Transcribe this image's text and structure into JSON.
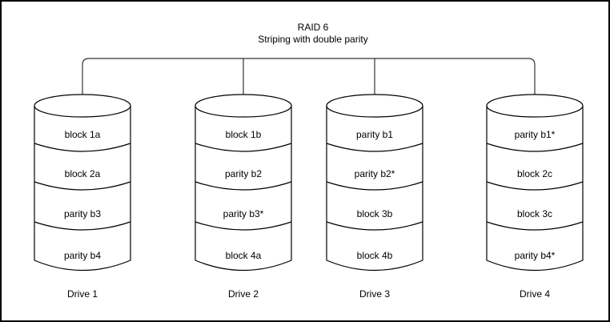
{
  "title": "RAID 6",
  "subtitle": "Striping with double parity",
  "drives": [
    {
      "name": "Drive 1",
      "blocks": [
        "block 1a",
        "block 2a",
        "parity b3",
        "parity b4"
      ]
    },
    {
      "name": "Drive 2",
      "blocks": [
        "block 1b",
        "parity b2",
        "parity b3*",
        "block 4a"
      ]
    },
    {
      "name": "Drive 3",
      "blocks": [
        "parity b1",
        "parity b2*",
        "block 3b",
        "block 4b"
      ]
    },
    {
      "name": "Drive 4",
      "blocks": [
        "parity b1*",
        "block 2c",
        "block 3c",
        "parity b4*"
      ]
    }
  ],
  "colors": {
    "background": "#ffffff",
    "line": "#000000",
    "text": "#000000",
    "border": "#000000"
  }
}
